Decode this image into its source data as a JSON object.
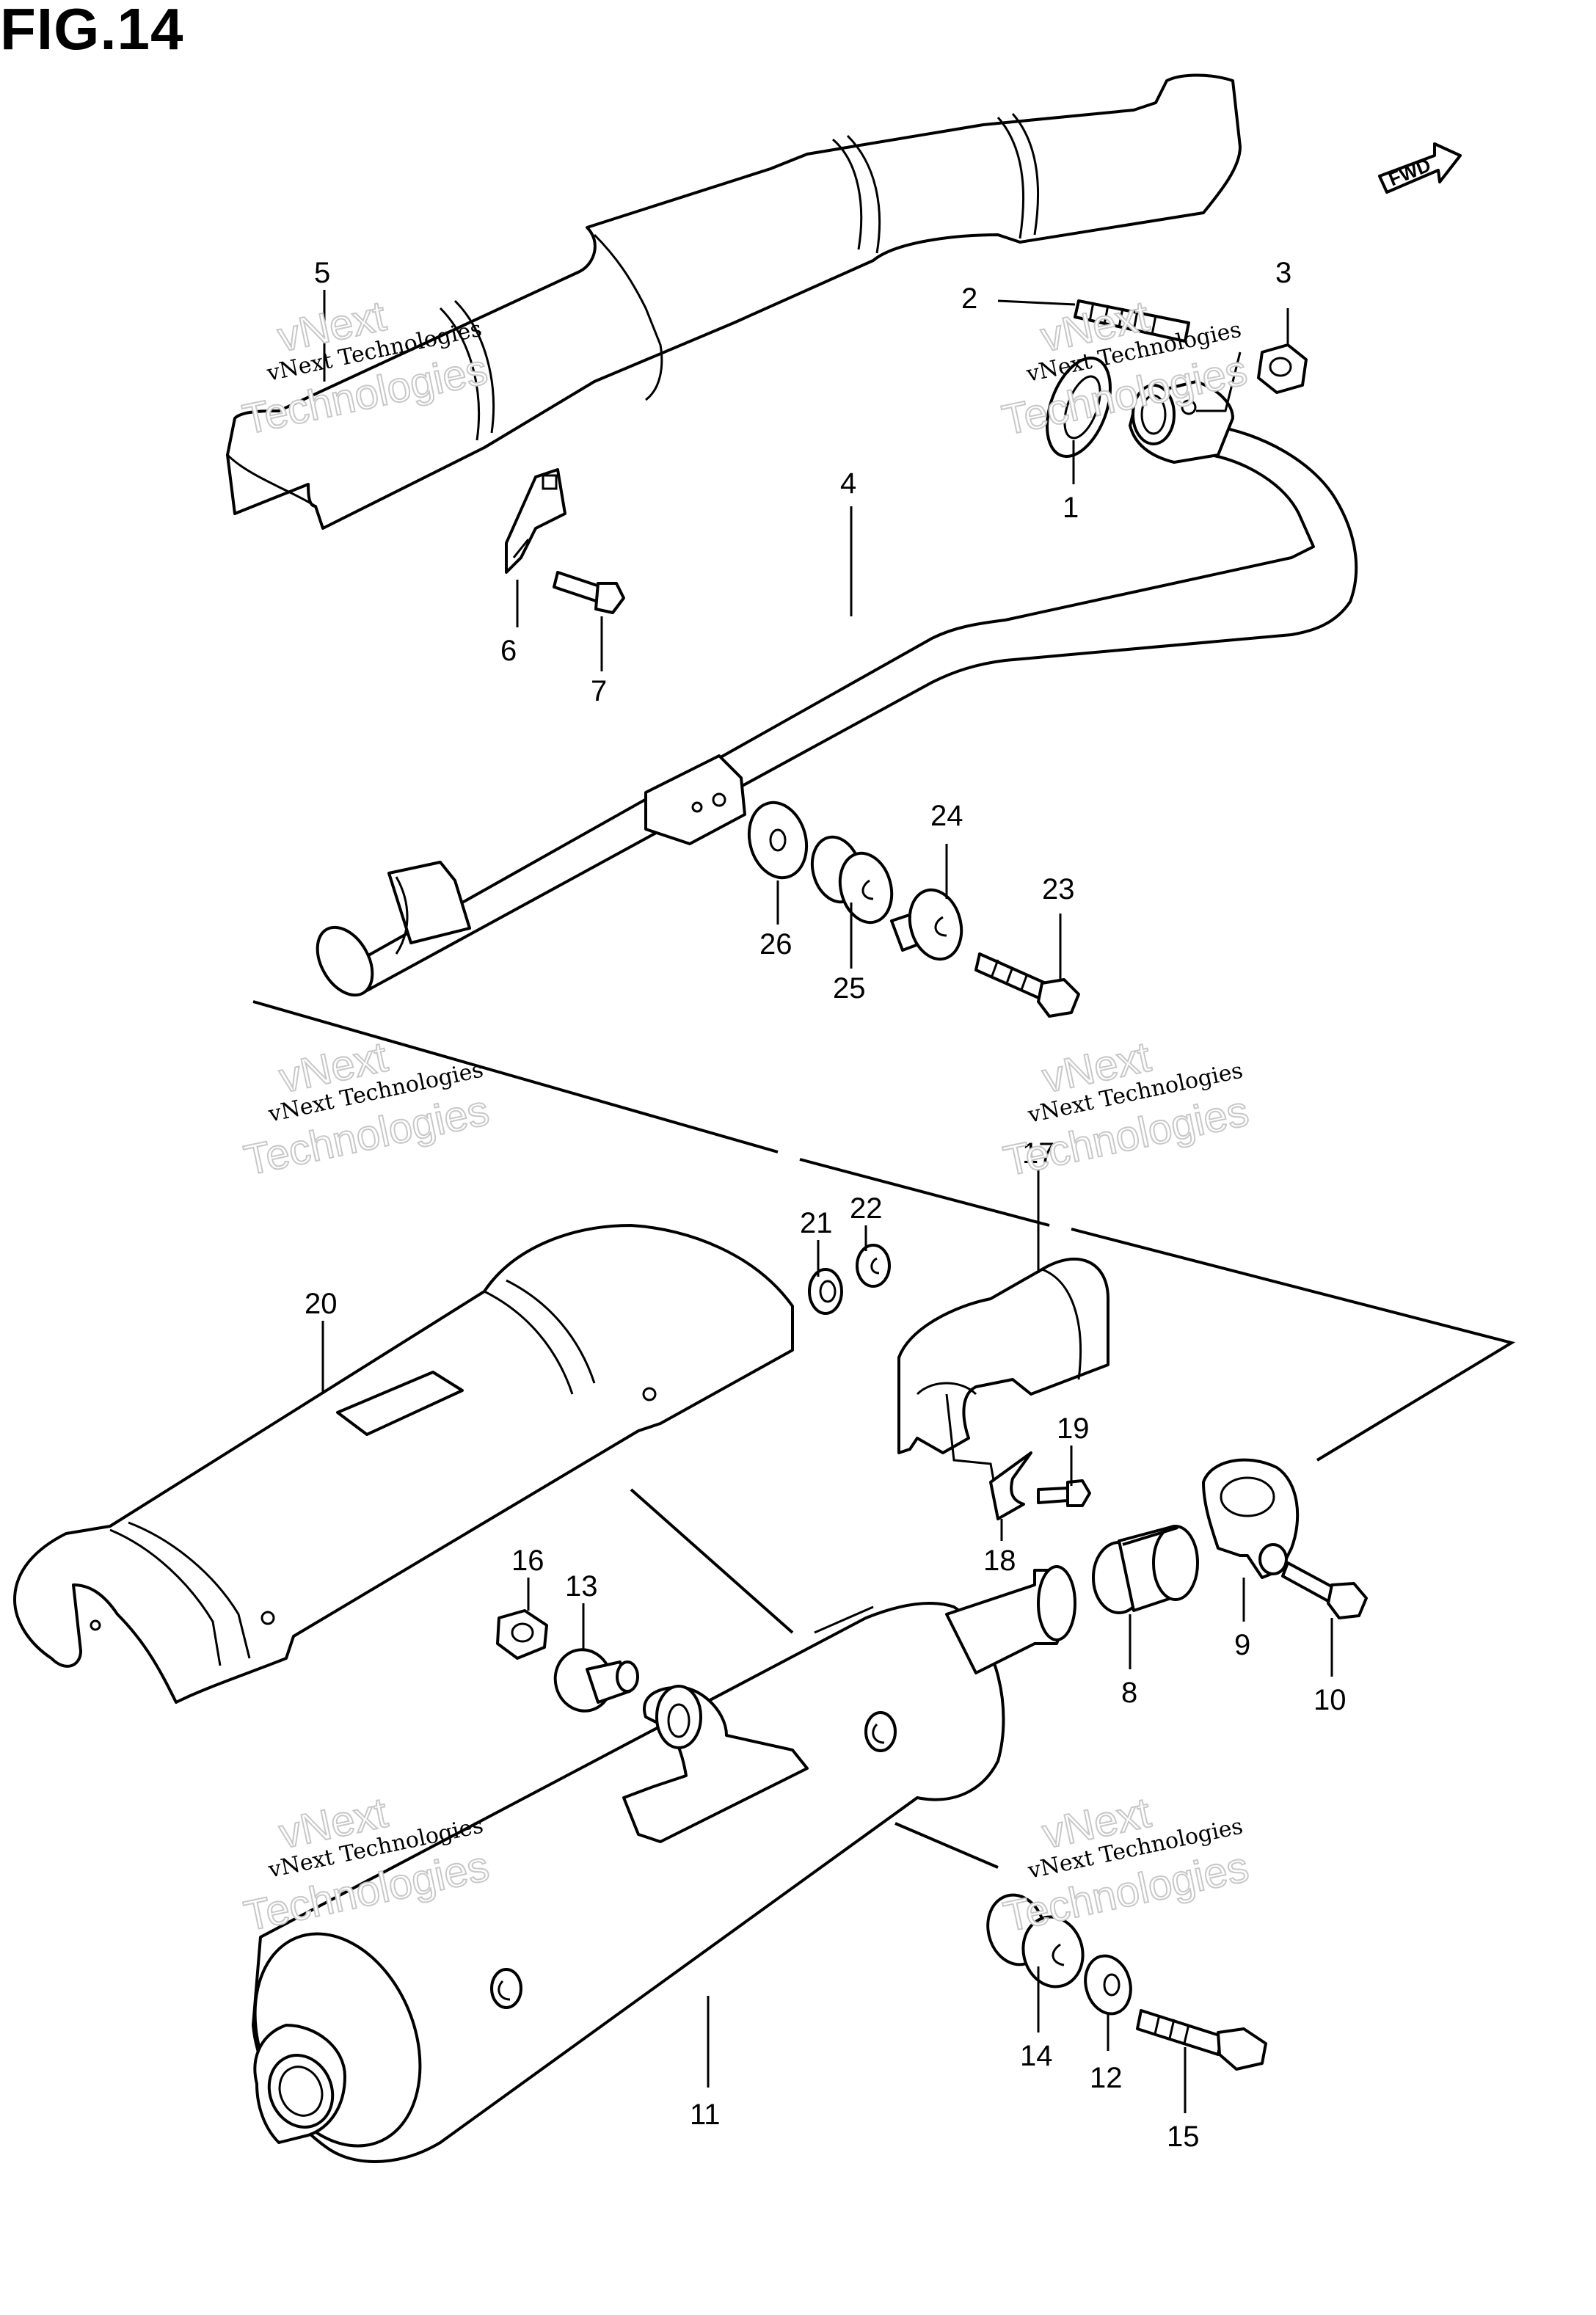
{
  "figure": {
    "title": "FIG.14",
    "fwd_label": "FWD"
  },
  "watermark": {
    "line1": "vNext Technologies",
    "line2": "vNext",
    "line3": "Technologies"
  },
  "callouts": {
    "c1": "1",
    "c2": "2",
    "c3": "3",
    "c4": "4",
    "c5": "5",
    "c6": "6",
    "c7": "7",
    "c8": "8",
    "c9": "9",
    "c10": "10",
    "c11": "11",
    "c12": "12",
    "c13": "13",
    "c14": "14",
    "c15": "15",
    "c16": "16",
    "c17": "17",
    "c18": "18",
    "c19": "19",
    "c20": "20",
    "c21": "21",
    "c22": "22",
    "c23": "23",
    "c24": "24",
    "c25": "25",
    "c26": "26"
  }
}
